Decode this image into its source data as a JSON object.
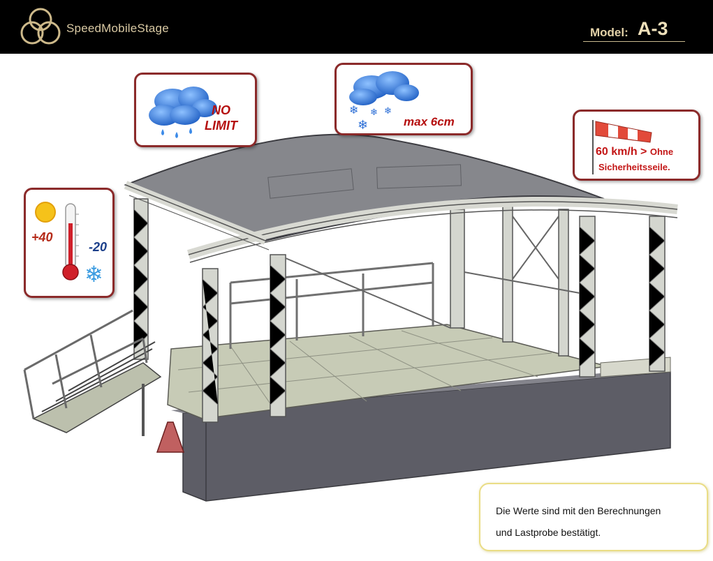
{
  "header": {
    "brand": "SpeedMobileStage",
    "model_label": "Model:",
    "model_value": "A-3",
    "logo_icon": "triple-ring-logo",
    "colors": {
      "background": "#000000",
      "gold": "#d9c9a3"
    }
  },
  "cards": {
    "rain": {
      "line1": "NO",
      "line2": "LIMIT",
      "icon": "rain-cloud-icon"
    },
    "snow": {
      "text": "max 6cm",
      "icon": "snow-cloud-icon"
    },
    "temperature": {
      "hot": "+40",
      "cold": "-20",
      "icons": [
        "sun-icon",
        "thermometer-icon",
        "snowflake-icon"
      ]
    },
    "wind": {
      "speed": "60 km/h",
      "symbol": ">",
      "word": "Ohne",
      "line2": "Sicherheitsseile.",
      "icon": "windsock-icon"
    },
    "border_color": "#8b2a2a",
    "text_color": "#b50f0f"
  },
  "note": {
    "line1": "Die Werte sind mit den Berechnungen",
    "line2": "und Lastprobe bestätigt.",
    "border_color": "#eadd86"
  },
  "illustration": {
    "subject": "mobile-stage-with-arched-truss-roof"
  }
}
